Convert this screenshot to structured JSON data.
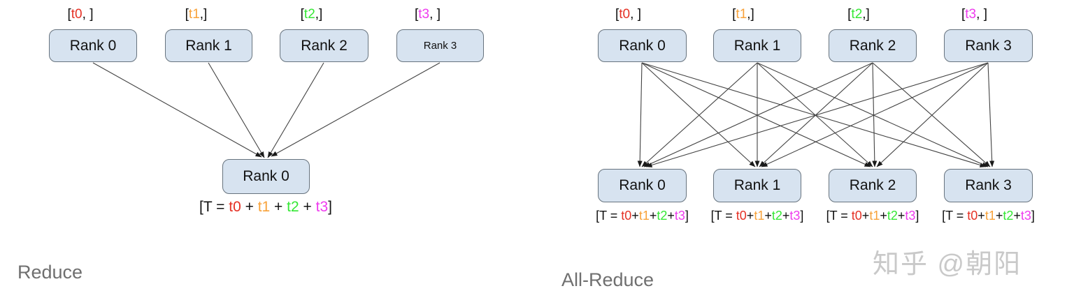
{
  "colors": {
    "t0": "#e53125",
    "t1": "#f8a23a",
    "t2": "#35e835",
    "t3": "#ee3bee",
    "node_fill": "#d7e3f0",
    "node_border": "#67737e",
    "arrow_line": "#424242",
    "section_label": "#6f6f6f",
    "watermark": "#c9c9c9"
  },
  "left": {
    "section_label": "Reduce",
    "top_nodes": [
      {
        "label": "Rank 0",
        "tensor_pre": "[",
        "tensor_token": "t0",
        "tensor_post": ", ]"
      },
      {
        "label": "Rank 1",
        "tensor_pre": "[",
        "tensor_token": "t1",
        "tensor_post": ",]"
      },
      {
        "label": "Rank 2",
        "tensor_pre": "[",
        "tensor_token": "t2",
        "tensor_post": ",]"
      },
      {
        "label": "Rank 3",
        "tensor_pre": "[",
        "tensor_token": "t3",
        "tensor_post": ", ]"
      }
    ],
    "bottom_node": {
      "label": "Rank 0"
    },
    "formula": {
      "pre": "[T = ",
      "t0": "t0",
      "sep1": " + ",
      "t1": "t1",
      "sep2": " + ",
      "t2": "t2",
      "sep3": " + ",
      "t3": "t3",
      "post": "]"
    }
  },
  "right": {
    "section_label": "All-Reduce",
    "top_nodes": [
      {
        "label": "Rank 0",
        "tensor_pre": "[",
        "tensor_token": "t0",
        "tensor_post": ", ]"
      },
      {
        "label": "Rank 1",
        "tensor_pre": "[",
        "tensor_token": "t1",
        "tensor_post": ",]"
      },
      {
        "label": "Rank 2",
        "tensor_pre": "[",
        "tensor_token": "t2",
        "tensor_post": ",]"
      },
      {
        "label": "Rank 3",
        "tensor_pre": "[",
        "tensor_token": "t3",
        "tensor_post": ", ]"
      }
    ],
    "bottom_nodes": [
      {
        "label": "Rank 0",
        "formula": {
          "pre": "[T = ",
          "t0": "t0",
          "sep1": "+",
          "t1": "t1",
          "sep2": "+",
          "t2": "t2",
          "sep3": "+",
          "t3": "t3",
          "post": "]"
        }
      },
      {
        "label": "Rank 1",
        "formula": {
          "pre": "[T = ",
          "t0": "t0",
          "sep1": "+",
          "t1": "t1",
          "sep2": "+",
          "t2": "t2",
          "sep3": "+",
          "t3": "t3",
          "post": "]"
        }
      },
      {
        "label": "Rank 2",
        "formula": {
          "pre": "[T = ",
          "t0": "t0",
          "sep1": "+",
          "t1": "t1",
          "sep2": "+",
          "t2": "t2",
          "sep3": "+",
          "t3": "t3",
          "post": "]"
        }
      },
      {
        "label": "Rank 3",
        "formula": {
          "pre": "[T = ",
          "t0": "t0",
          "sep1": "+",
          "t1": "t1",
          "sep2": "+",
          "t2": "t2",
          "sep3": "+",
          "t3": "t3",
          "post": "]"
        }
      }
    ]
  },
  "watermark": {
    "text": "知乎 @朝阳"
  }
}
